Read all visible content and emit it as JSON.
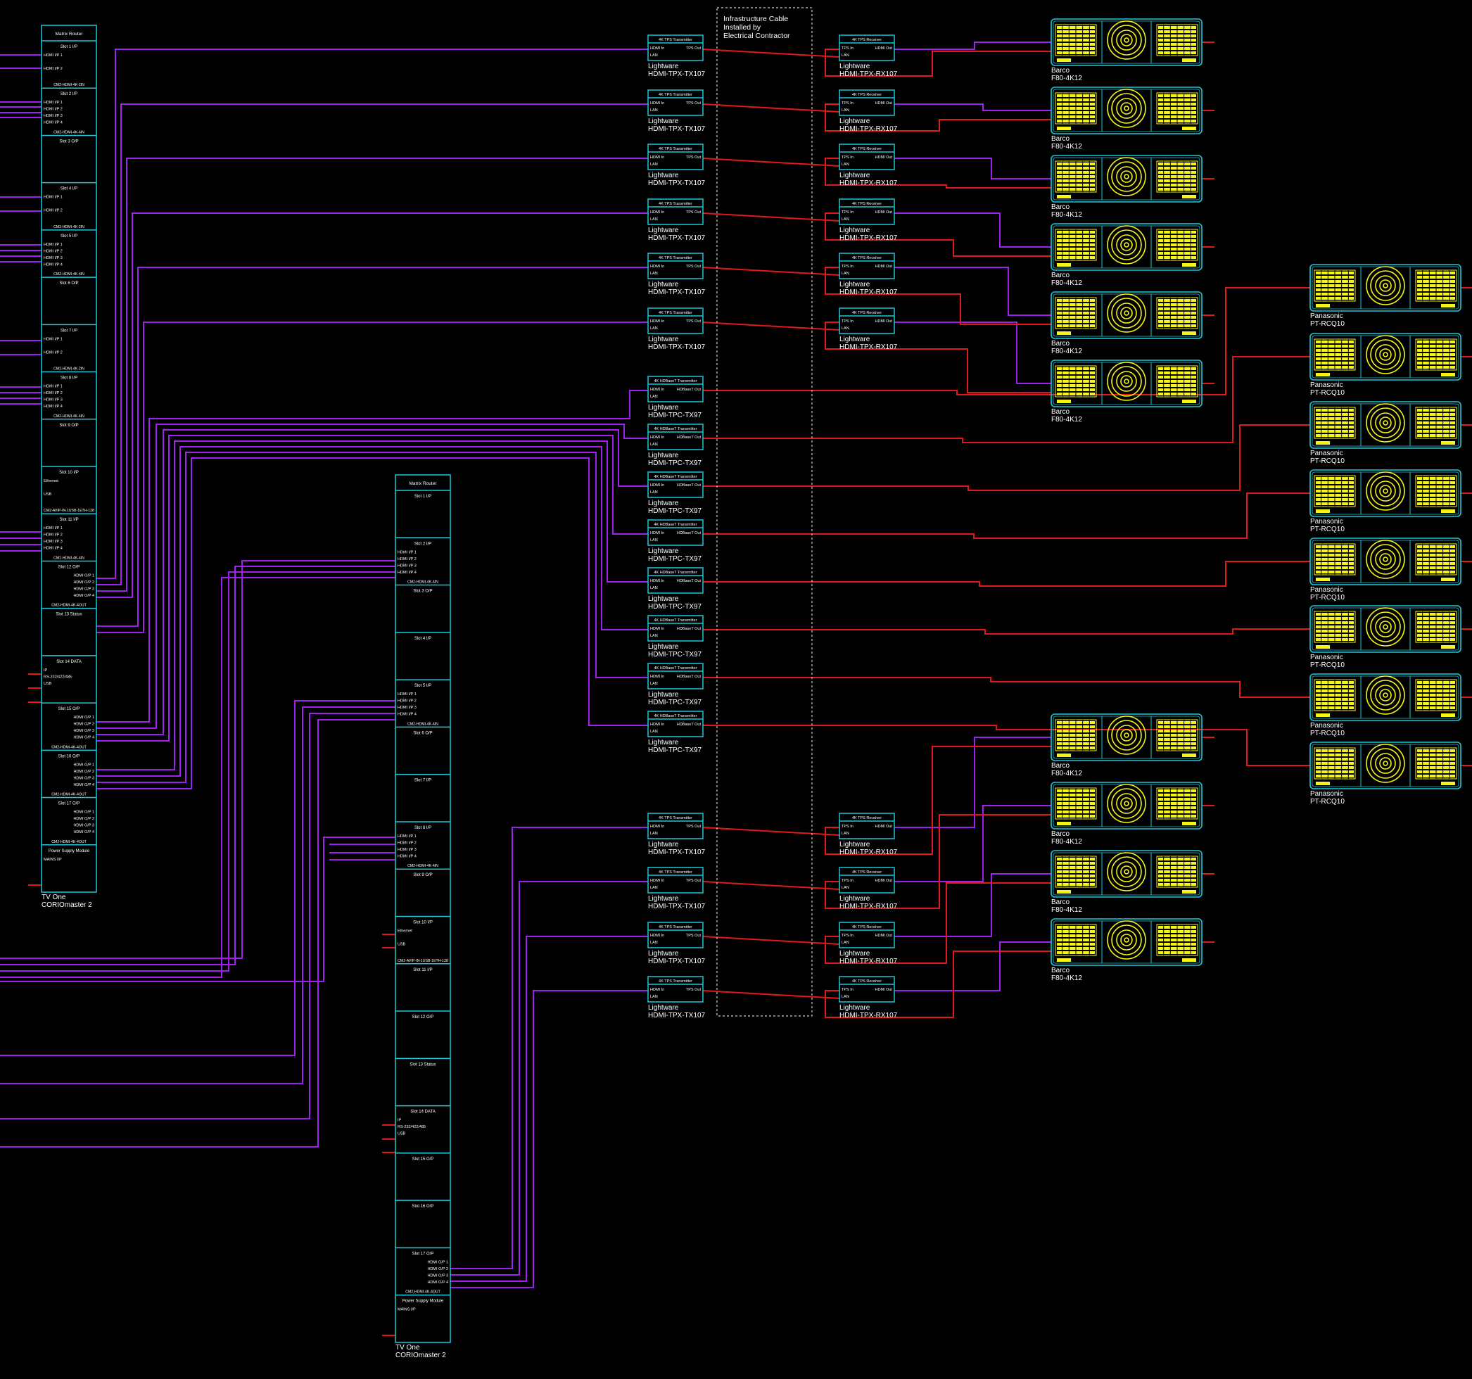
{
  "colors": {
    "background": "#000000",
    "cyan": "#1ec8d8",
    "purple": "#a020f0",
    "red": "#e01a1a",
    "yellow": "#f5f518",
    "white": "#ffffff",
    "divider": "#bbbbbb"
  },
  "infrastructure_note": [
    "Infrastructure Cable",
    "Installed by",
    "Electrical Contractor"
  ],
  "router_a": {
    "header": "Matrix Router",
    "label_line1": "TV One",
    "label_line2": "CORIOmaster 2",
    "slots": [
      {
        "title": "Slot 1 I/P",
        "ports": [
          "HDMI I/P 1",
          "HDMI I/P 2"
        ],
        "footer": "CM2-HDMI-4K-2IN"
      },
      {
        "title": "Slot 2 I/P",
        "ports": [
          "HDMI I/P 1",
          "HDMI I/P 2",
          "HDMI I/P 3",
          "HDMI I/P 4"
        ],
        "footer": "CM2-HDMI-4K-4IN"
      },
      {
        "title": "Slot 3 O/P",
        "ports": [],
        "footer": ""
      },
      {
        "title": "Slot 4 I/P",
        "ports": [
          "HDMI I/P 1",
          "HDMI I/P 2"
        ],
        "footer": "CM2-HDMI-4K-2IN"
      },
      {
        "title": "Slot 5 I/P",
        "ports": [
          "HDMI I/P 1",
          "HDMI I/P 2",
          "HDMI I/P 3",
          "HDMI I/P 4"
        ],
        "footer": "CM2-HDMI-4K-4IN"
      },
      {
        "title": "Slot 6 O/P",
        "ports": [],
        "footer": ""
      },
      {
        "title": "Slot 7 I/P",
        "ports": [
          "HDMI I/P 1",
          "HDMI I/P 2"
        ],
        "footer": "CM2-HDMI-4K-2IN"
      },
      {
        "title": "Slot 8 I/P",
        "ports": [
          "HDMI I/P 1",
          "HDMI I/P 2",
          "HDMI I/P 3",
          "HDMI I/P 4"
        ],
        "footer": "CM2-HDMI-4K-4IN"
      },
      {
        "title": "Slot 9 O/P",
        "ports": [],
        "footer": ""
      },
      {
        "title": "Slot 10 I/P",
        "ports": [
          "Ethernet",
          "USB"
        ],
        "footer": "CM2-AVIP-IN-1USB-1ETH-128"
      },
      {
        "title": "Slot 11 I/P",
        "ports": [
          "HDMI I/P 1",
          "HDMI I/P 2",
          "HDMI I/P 3",
          "HDMI I/P 4"
        ],
        "footer": "CM2-HDMI-4K-4IN"
      },
      {
        "title": "Slot 12 O/P",
        "ports": [
          "HDMI O/P 1",
          "HDMI O/P 2",
          "HDMI O/P 3",
          "HDMI O/P 4"
        ],
        "footer": "CM2-HDMI-4K-4OUT"
      },
      {
        "title": "Slot 13 Status",
        "ports": [],
        "footer": ""
      },
      {
        "title": "Slot 14 DATA",
        "ports": [
          "IP",
          "RS-232/422/485",
          "USB"
        ],
        "footer": ""
      },
      {
        "title": "Slot 15 O/P",
        "ports": [
          "HDMI O/P 1",
          "HDMI O/P 2",
          "HDMI O/P 3",
          "HDMI O/P 4"
        ],
        "footer": "CM2-HDMI-4K-4OUT"
      },
      {
        "title": "Slot 16 O/P",
        "ports": [
          "HDMI O/P 1",
          "HDMI O/P 2",
          "HDMI O/P 3",
          "HDMI O/P 4"
        ],
        "footer": "CM2-HDMI-4K-4OUT"
      },
      {
        "title": "Slot 17 O/P",
        "ports": [
          "HDMI O/P 1",
          "HDMI O/P 2",
          "HDMI O/P 3",
          "HDMI O/P 4"
        ],
        "footer": "CM2-HDMI-4K-4OUT"
      },
      {
        "title": "Power Supply Module",
        "ports": [
          "MAINS I/P"
        ],
        "footer": ""
      }
    ]
  },
  "router_b": {
    "header": "Matrix Router",
    "label_line1": "TV One",
    "label_line2": "CORIOmaster 2",
    "slots": [
      {
        "title": "Slot 1 I/P",
        "ports": [],
        "footer": ""
      },
      {
        "title": "Slot 2 I/P",
        "ports": [
          "HDMI I/P 1",
          "HDMI I/P 2",
          "HDMI I/P 3",
          "HDMI I/P 4"
        ],
        "footer": "CM2-HDMI-4K-4IN"
      },
      {
        "title": "Slot 3 O/P",
        "ports": [],
        "footer": ""
      },
      {
        "title": "Slot 4 I/P",
        "ports": [],
        "footer": ""
      },
      {
        "title": "Slot 5 I/P",
        "ports": [
          "HDMI I/P 1",
          "HDMI I/P 2",
          "HDMI I/P 3",
          "HDMI I/P 4"
        ],
        "footer": "CM2-HDMI-4K-4IN"
      },
      {
        "title": "Slot 6 O/P",
        "ports": [],
        "footer": ""
      },
      {
        "title": "Slot 7 I/P",
        "ports": [],
        "footer": ""
      },
      {
        "title": "Slot 8 I/P",
        "ports": [
          "HDMI I/P 1",
          "HDMI I/P 2",
          "HDMI I/P 3",
          "HDMI I/P 4"
        ],
        "footer": "CM2-HDMI-4K-4IN"
      },
      {
        "title": "Slot 9 O/P",
        "ports": [],
        "footer": ""
      },
      {
        "title": "Slot 10 I/P",
        "ports": [
          "Ethernet",
          "USB"
        ],
        "footer": "CM2-AVIP-IN-1USB-1ETH-128"
      },
      {
        "title": "Slot 11 I/P",
        "ports": [],
        "footer": ""
      },
      {
        "title": "Slot 12 O/P",
        "ports": [],
        "footer": ""
      },
      {
        "title": "Slot 13 Status",
        "ports": [],
        "footer": ""
      },
      {
        "title": "Slot 14 DATA",
        "ports": [
          "IP",
          "RS-232/422/485",
          "USB"
        ],
        "footer": ""
      },
      {
        "title": "Slot 15 O/P",
        "ports": [],
        "footer": ""
      },
      {
        "title": "Slot 16 O/P",
        "ports": [],
        "footer": ""
      },
      {
        "title": "Slot 17 O/P",
        "ports": [
          "HDMI O/P 1",
          "HDMI O/P 2",
          "HDMI O/P 3",
          "HDMI O/P 4"
        ],
        "footer": "CM2-HDMI-4K-4OUT"
      },
      {
        "title": "Power Supply Module",
        "ports": [
          "MAINS I/P"
        ],
        "footer": ""
      }
    ]
  },
  "tps_tx": {
    "title": "4K TPS Transmitter",
    "port_in": "HDMI In",
    "port_out": "TPS Out",
    "port_lan": "LAN",
    "brand": "Lightware",
    "model": "HDMI-TPX-TX107"
  },
  "tpc_tx": {
    "title": "4K HDBaseT Transmitter",
    "port_in": "HDMI In",
    "port_out": "HDBaseT Out",
    "port_lan": "LAN",
    "brand": "Lightware",
    "model": "HDMI-TPC-TX97"
  },
  "tps_rx": {
    "title": "4K TPS Receiver",
    "port_in": "TPS In",
    "port_out": "HDMI Out",
    "port_lan": "LAN",
    "brand": "Lightware",
    "model": "HDMI-TPX-RX107"
  },
  "barco": {
    "brand": "Barco",
    "model": "F80-4K12"
  },
  "panasonic": {
    "brand": "Panasonic",
    "model": "PT-RCQ10"
  },
  "devices": {
    "tps_tx_count": 10,
    "tpc_tx_count": 8,
    "tps_rx_count": 10,
    "barco_count": 10,
    "panasonic_count": 8
  }
}
